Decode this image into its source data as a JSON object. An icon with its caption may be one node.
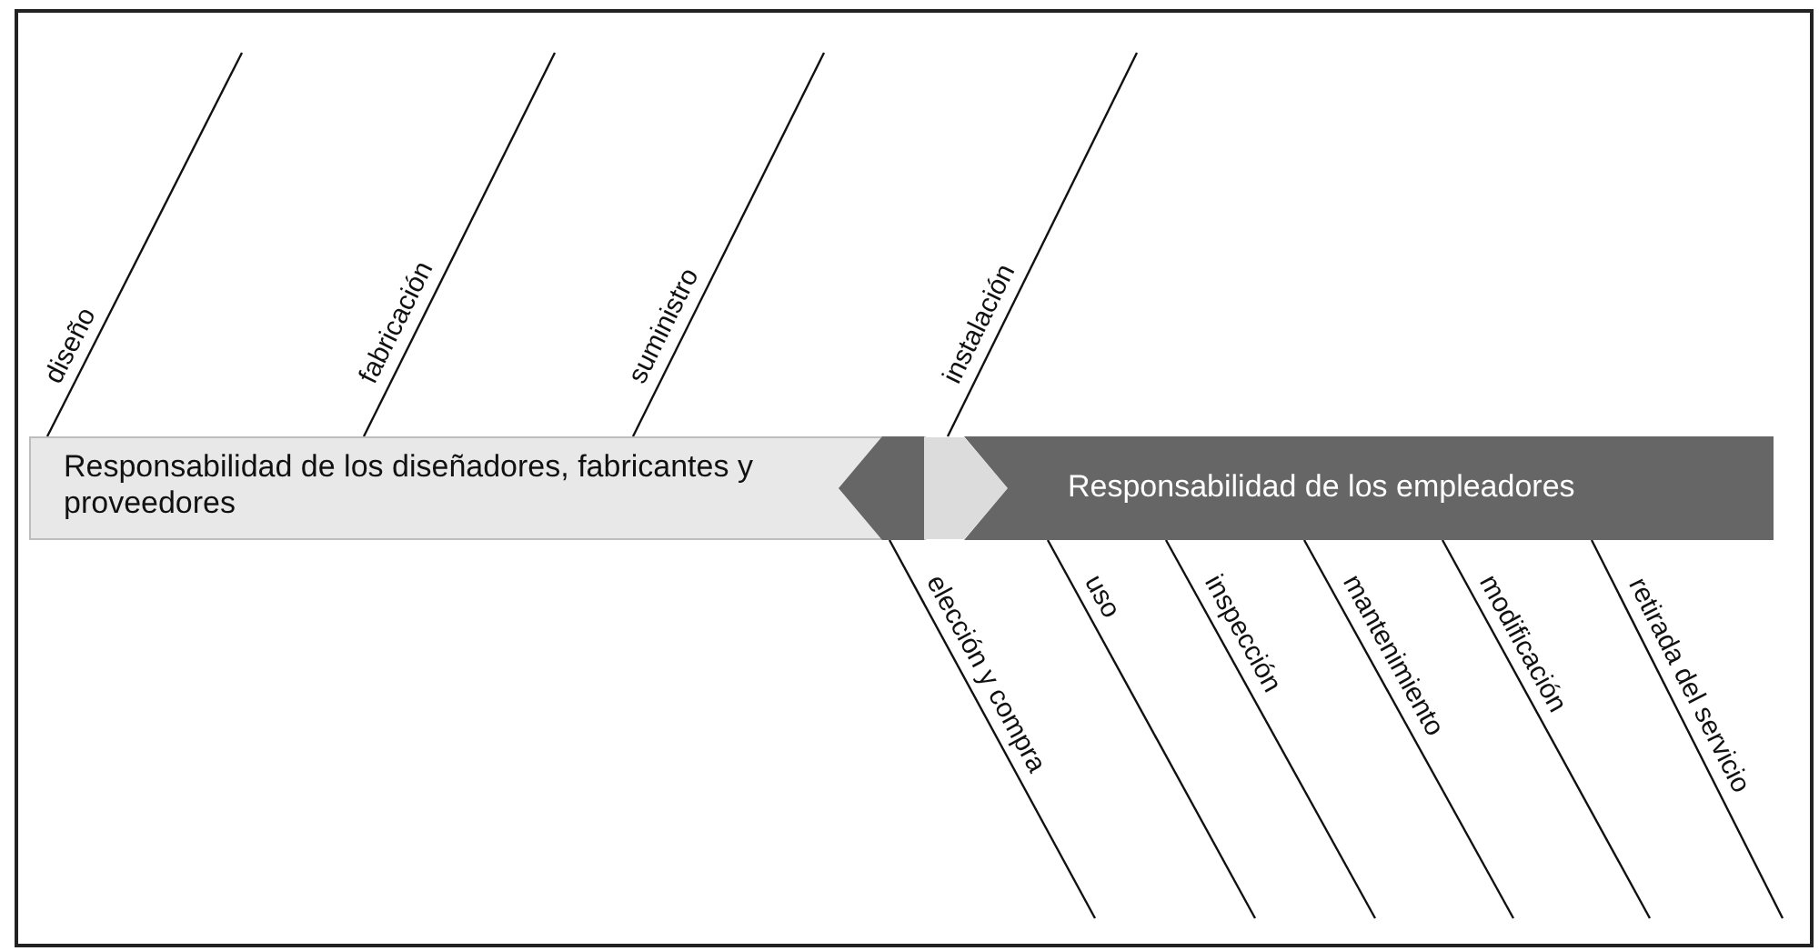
{
  "diagram": {
    "nodes": [
      {
        "text": [
          "Responsabilidad de los diseñadores, fabricantes y proveedores"
        ]
      },
      {
        "text": [
          "Responsabilidad de los empleadores"
        ]
      }
    ],
    "edges": [
      {
        "from": 0,
        "to": null,
        "arrow": "none",
        "label": "diseño"
      },
      {
        "from": 0,
        "to": null,
        "arrow": "none",
        "label": "fabricación"
      },
      {
        "from": 0,
        "to": null,
        "arrow": "none",
        "label": "suministro"
      },
      {
        "from": 0,
        "to": null,
        "arrow": "none",
        "label": "instalación"
      },
      {
        "from": 1,
        "to": null,
        "arrow": "none",
        "label": "elección y compra"
      },
      {
        "from": 1,
        "to": null,
        "arrow": "none",
        "label": "uso"
      },
      {
        "from": 1,
        "to": null,
        "arrow": "none",
        "label": "inspección"
      },
      {
        "from": 1,
        "to": null,
        "arrow": "none",
        "label": "mantenimiento"
      },
      {
        "from": 1,
        "to": null,
        "arrow": "none",
        "label": "modificación"
      },
      {
        "from": 1,
        "to": null,
        "arrow": "none",
        "label": "retirada del servicio"
      }
    ]
  }
}
